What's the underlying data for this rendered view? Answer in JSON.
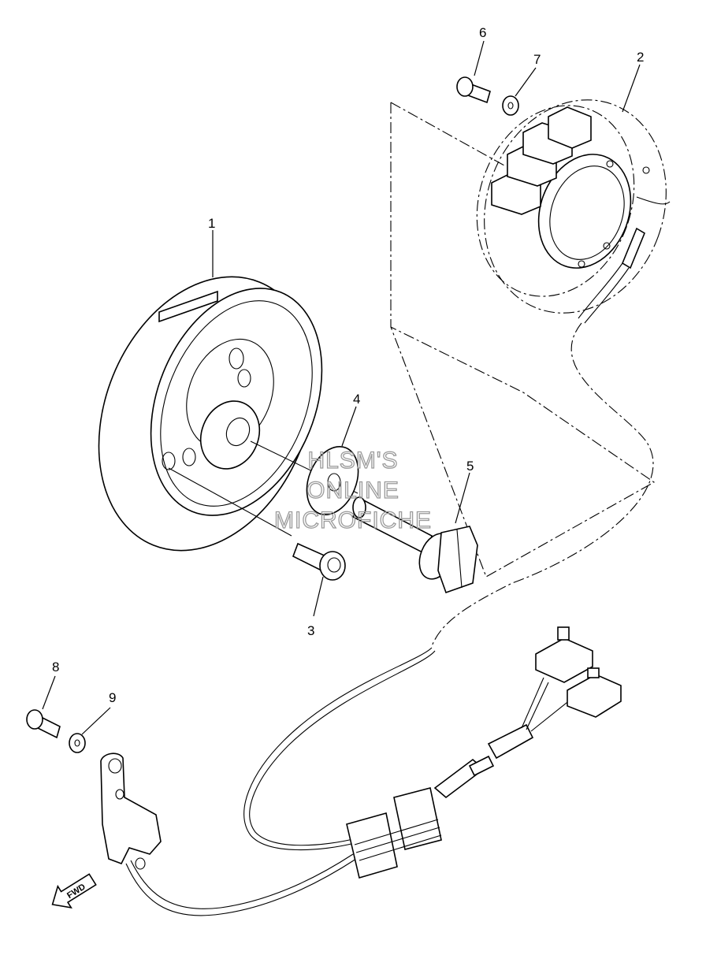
{
  "watermark": {
    "line1": "HLSM'S",
    "line2": "ONLINE",
    "line3": "MICROFICHE"
  },
  "callouts": [
    "1",
    "2",
    "3",
    "4",
    "5",
    "6",
    "7",
    "8",
    "9"
  ],
  "direction_arrow": {
    "label": "FWD",
    "icon": "fwd-arrow-icon"
  }
}
